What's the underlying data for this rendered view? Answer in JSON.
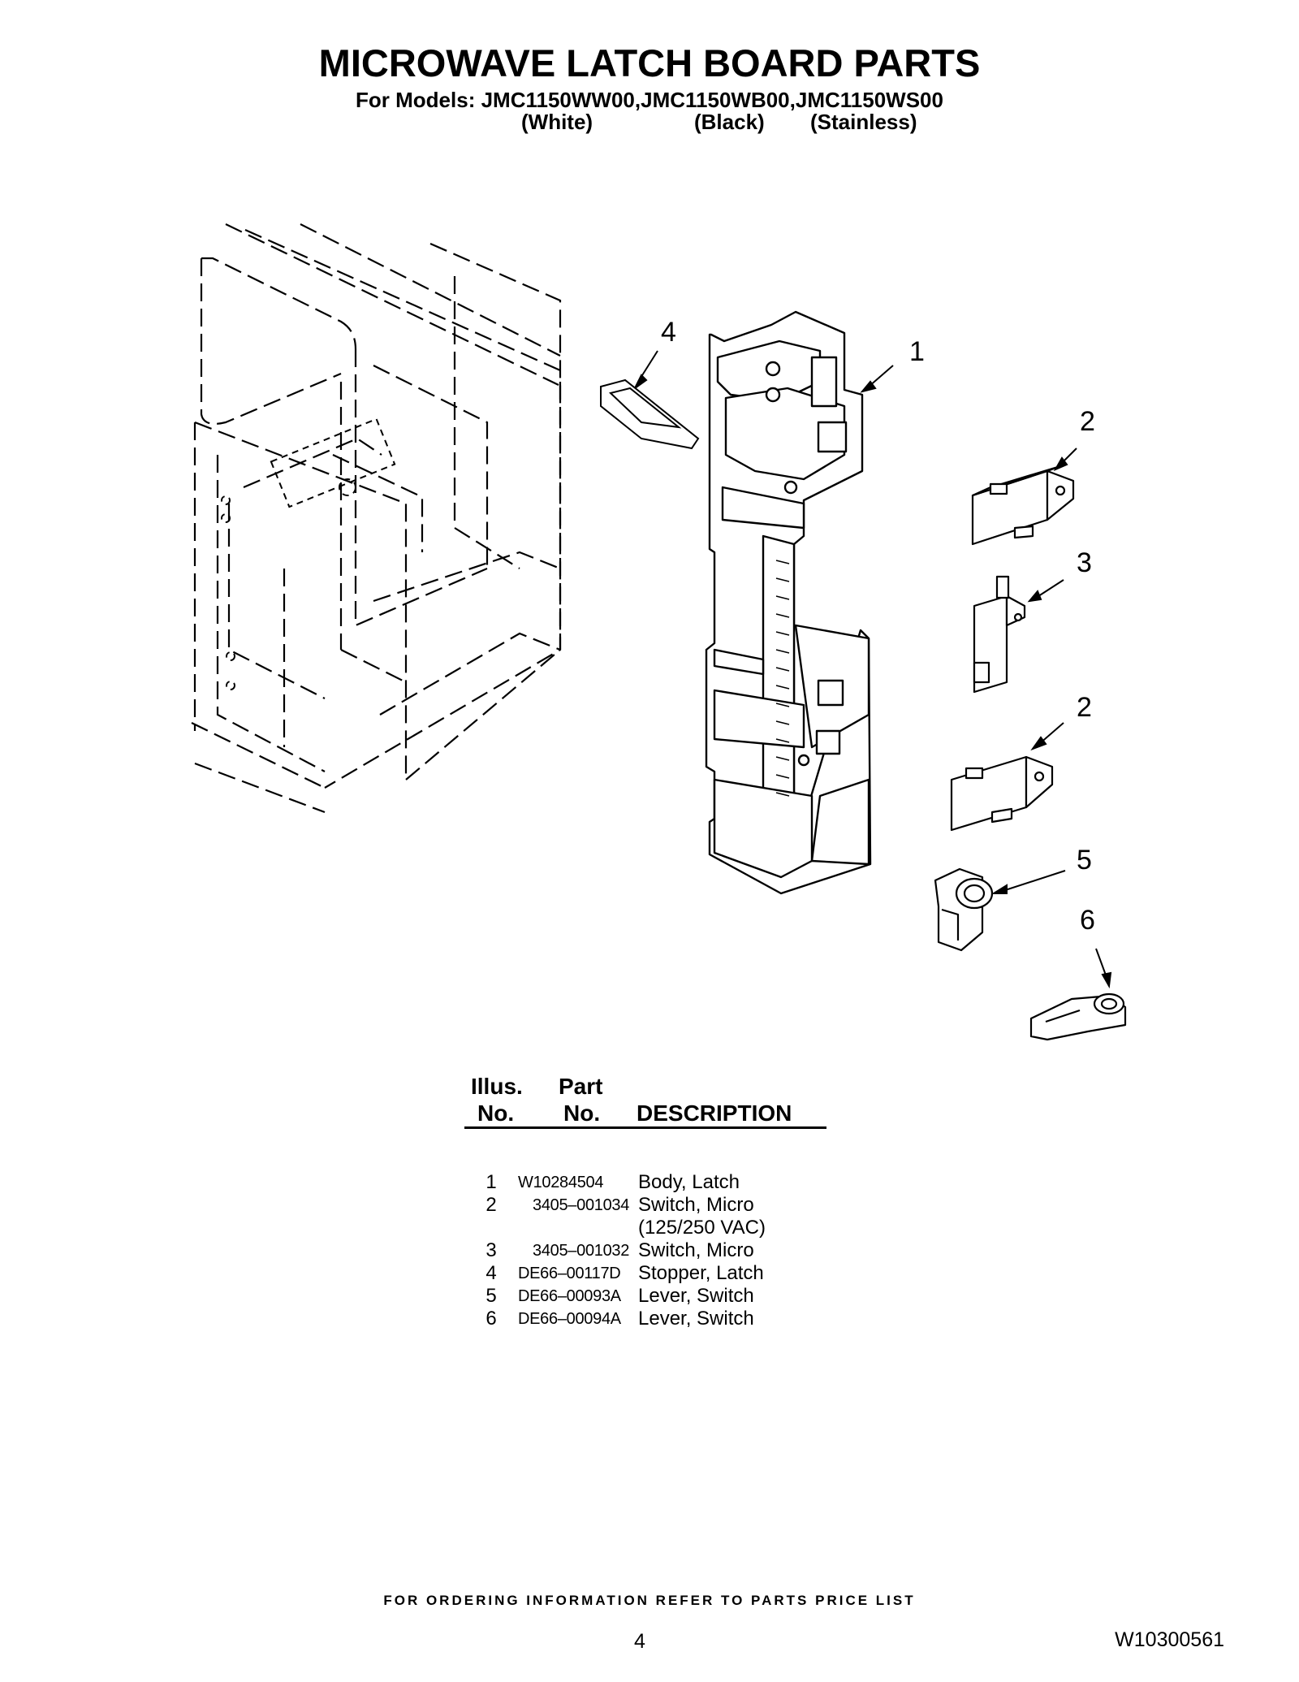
{
  "header": {
    "title": "MICROWAVE LATCH BOARD PARTS",
    "models_line": "For Models: JMC1150WW00,JMC1150WB00,JMC1150WS00",
    "finishes": [
      "(White)",
      "(Black)",
      "(Stainless)"
    ]
  },
  "diagram": {
    "callouts": [
      "4",
      "1",
      "2",
      "3",
      "2",
      "5",
      "6"
    ]
  },
  "parts_table": {
    "headers": {
      "illus_top": "Illus.",
      "illus_bottom": "No.",
      "part_top": "Part",
      "part_bottom": "No.",
      "description": "DESCRIPTION"
    },
    "rows": [
      {
        "illus": "1",
        "part": "W10284504",
        "desc": "Body, Latch"
      },
      {
        "illus": "2",
        "part": "3405–001034",
        "desc": "Switch, Micro"
      },
      {
        "illus": "",
        "part": "",
        "desc": "(125/250 VAC)"
      },
      {
        "illus": "3",
        "part": "3405–001032",
        "desc": "Switch, Micro"
      },
      {
        "illus": "4",
        "part": "DE66–00117D",
        "desc": "Stopper, Latch"
      },
      {
        "illus": "5",
        "part": "DE66–00093A",
        "desc": "Lever, Switch"
      },
      {
        "illus": "6",
        "part": "DE66–00094A",
        "desc": "Lever, Switch"
      }
    ]
  },
  "footer": {
    "ordering_note": "FOR ORDERING INFORMATION REFER TO PARTS PRICE LIST",
    "page_number": "4",
    "document_number": "W10300561"
  }
}
